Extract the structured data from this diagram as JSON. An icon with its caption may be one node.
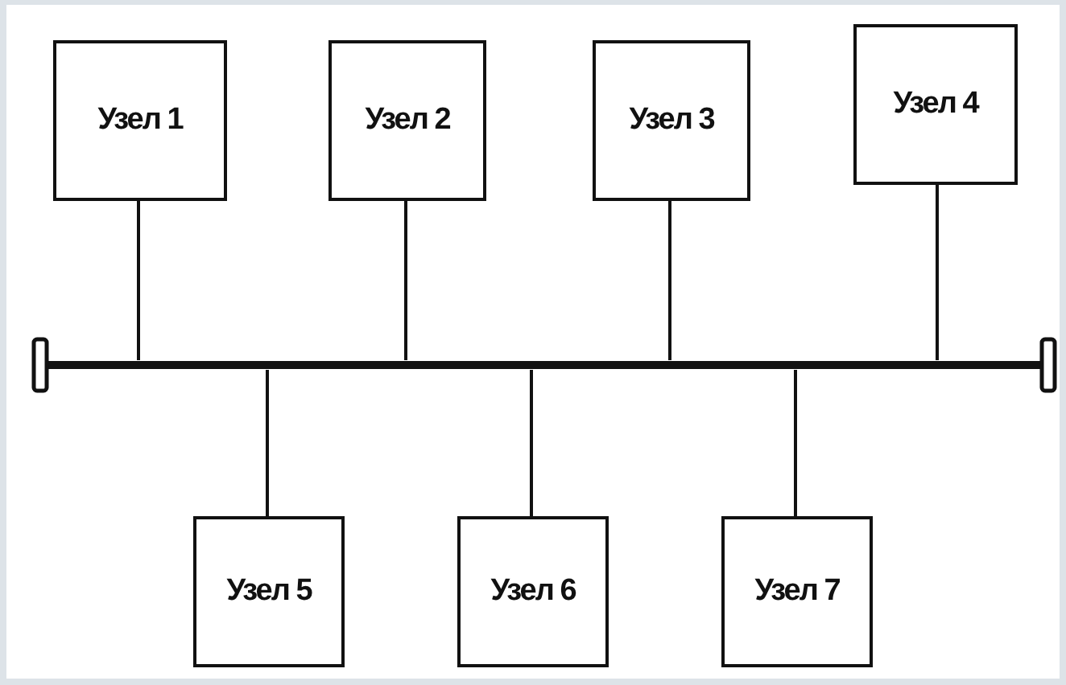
{
  "diagram": {
    "nodes": [
      {
        "text": [
          "Узел 1"
        ]
      },
      {
        "text": [
          "Узел 2"
        ]
      },
      {
        "text": [
          "Узел 3"
        ]
      },
      {
        "text": [
          "Узел 4"
        ]
      },
      {
        "text": [
          "Узел 5"
        ]
      },
      {
        "text": [
          "Узел 6"
        ]
      },
      {
        "text": [
          "Узел 7"
        ]
      },
      {
        "text": [],
        "shape": "bar"
      }
    ],
    "edges": [
      {
        "from": 0,
        "to": 7,
        "arrow": "none"
      },
      {
        "from": 1,
        "to": 7,
        "arrow": "none"
      },
      {
        "from": 2,
        "to": 7,
        "arrow": "none"
      },
      {
        "from": 3,
        "to": 7,
        "arrow": "none"
      },
      {
        "from": 4,
        "to": 7,
        "arrow": "none"
      },
      {
        "from": 5,
        "to": 7,
        "arrow": "none"
      },
      {
        "from": 6,
        "to": 7,
        "arrow": "none"
      }
    ]
  }
}
